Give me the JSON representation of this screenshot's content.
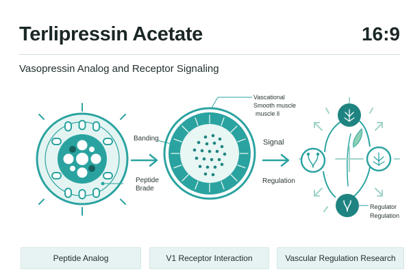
{
  "header": {
    "title": "Terlipressin Acetate",
    "aspect_ratio": "16:9",
    "subtitle": "Vasopressin Analog and Receptor Signaling"
  },
  "diagram": {
    "peptide_labels": {
      "binding": "Banding",
      "peptide_line1": "Peptide",
      "peptide_line2": "Brade"
    },
    "receptor_callout": [
      "Vascational",
      "Smooth muscle",
      "muscle ll"
    ],
    "signal_label": "Signal",
    "regulation_label": "Regulation",
    "regulator_label_line1": "Regulator",
    "regulator_label_line2": "Regulation"
  },
  "footer": {
    "items": [
      "Peptide Analog",
      "V1 Receptor Interaction",
      "Vascular Regulation Research"
    ]
  },
  "colors": {
    "teal": "#2aa3a0",
    "teal_dark": "#1f8481",
    "teal_light": "#d9efed",
    "arrow_light": "#9fd3c9"
  }
}
